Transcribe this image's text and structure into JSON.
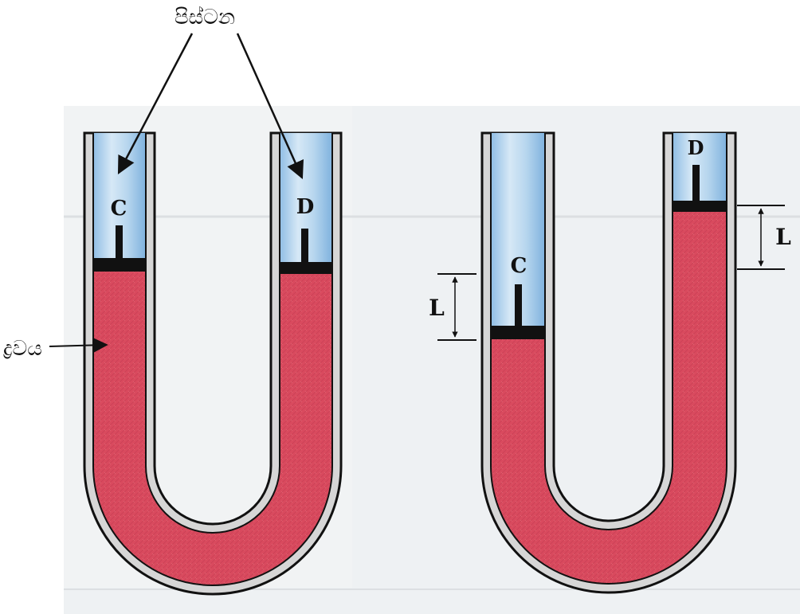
{
  "labels": {
    "pistons": "පිස්ටන",
    "liquid": "ද්‍රවය"
  },
  "figures": [
    {
      "left_piston": "C",
      "right_piston": "D"
    },
    {
      "left_piston": "C",
      "right_piston": "D",
      "left_dimension": "L",
      "right_dimension": "L"
    }
  ],
  "colors": {
    "liquid": "#d94a5e",
    "liquid_dark": "#c53a50",
    "water": "#a9cdea",
    "water_light": "#d6e8f6",
    "paper": "#f1f3f4",
    "tube_wall": "#d4d4d4",
    "ink": "#111111"
  }
}
